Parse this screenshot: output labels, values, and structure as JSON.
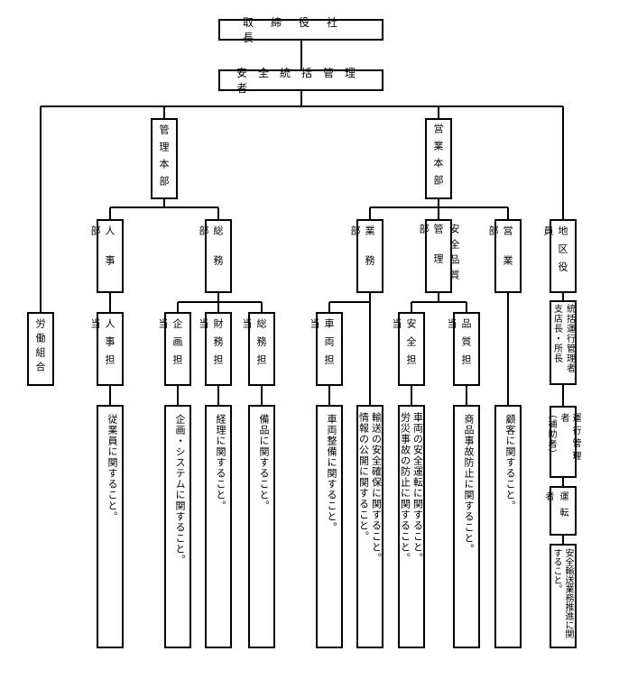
{
  "top": {
    "ceo": "取締役社長",
    "safety_manager": "安全統括管理者"
  },
  "columns": {
    "kanri_honbu": "管理本部",
    "eigyo_honbu": "営業本部",
    "jinji_bu": "人事部",
    "somu_bu": "総務部",
    "gyomu_bu": "業務部",
    "anzen_hinshitsu_kanri_bu": [
      "安全品質",
      "管理部"
    ],
    "eigyo_bu": "営業部",
    "chiku_yakuin": "地区役員",
    "rodo_kumiai": "労働組合"
  },
  "tanto": {
    "jinji": "人事担当",
    "kikaku": "企画担当",
    "zaimu": "財務担当",
    "somu": "総務担当",
    "sharyo": "車両担当",
    "anzen": "安全担当",
    "hinshitsu": "品質担当"
  },
  "duties": {
    "jinji": "従業員に関すること。",
    "kikaku": "企画・システムに関すること。",
    "zaimu": "経理に関すること。",
    "somu": "備品に関すること。",
    "sharyo": "車両整備に関すること。",
    "gyomu": [
      "輸送の安全確保に関すること。",
      "情報の公開に関すること。"
    ],
    "anzen": [
      "車両の安全運転に関すること。",
      "労災事故の防止に関すること。"
    ],
    "hinshitsu": "商品事故防止に関すること。",
    "eigyo": "顧客に関すること。",
    "chiku": "安全輸送業務推進に関すること。"
  },
  "regional": {
    "managers": [
      "統括運行管理者",
      "支店長・所長"
    ],
    "assistant": [
      "運行管理者",
      "（補助者）"
    ],
    "driver": "運転者"
  }
}
